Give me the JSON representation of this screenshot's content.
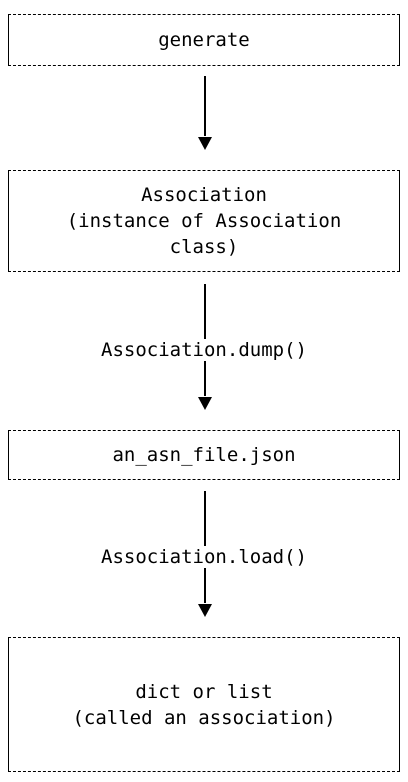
{
  "nodes": {
    "generate": {
      "label": "generate"
    },
    "association": {
      "line1": "Association",
      "line2": "(instance of Association",
      "line3": "class)"
    },
    "file": {
      "label": "an_asn_file.json"
    },
    "dict": {
      "line1": "dict or list",
      "line2": "(called an association)"
    }
  },
  "edges": {
    "dump": {
      "label": "Association.dump()"
    },
    "load": {
      "label": "Association.load()"
    }
  }
}
